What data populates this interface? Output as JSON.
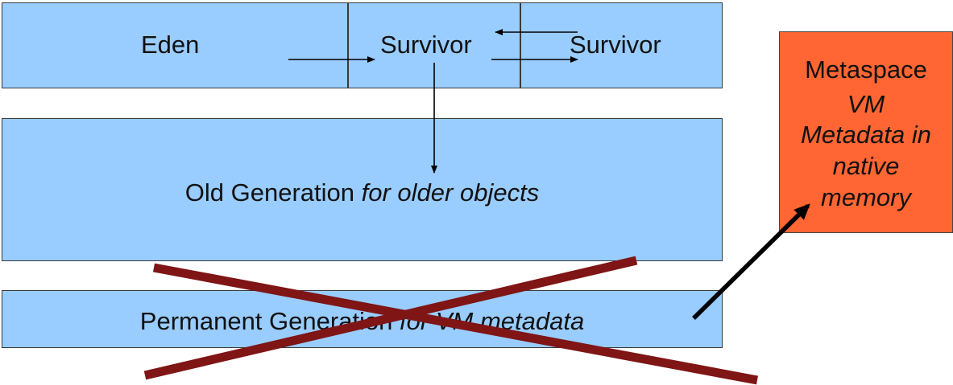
{
  "young_generation": {
    "eden_label": "Eden",
    "survivor1_label": "Survivor",
    "survivor2_label": "Survivor"
  },
  "old_generation": {
    "label": "Old Generation",
    "label_italic": "for older objects"
  },
  "permanent_generation": {
    "label": "Permanent Generation",
    "label_italic": "for VM metadata"
  },
  "metaspace": {
    "title": "Metaspace",
    "line1": "VM",
    "line2": "Metadata in",
    "line3": "native",
    "line4": "memory"
  },
  "colors": {
    "heap_fill": "#99ccff",
    "metaspace_fill": "#ff6633",
    "cross": "#7f1515",
    "arrow": "#000000"
  }
}
